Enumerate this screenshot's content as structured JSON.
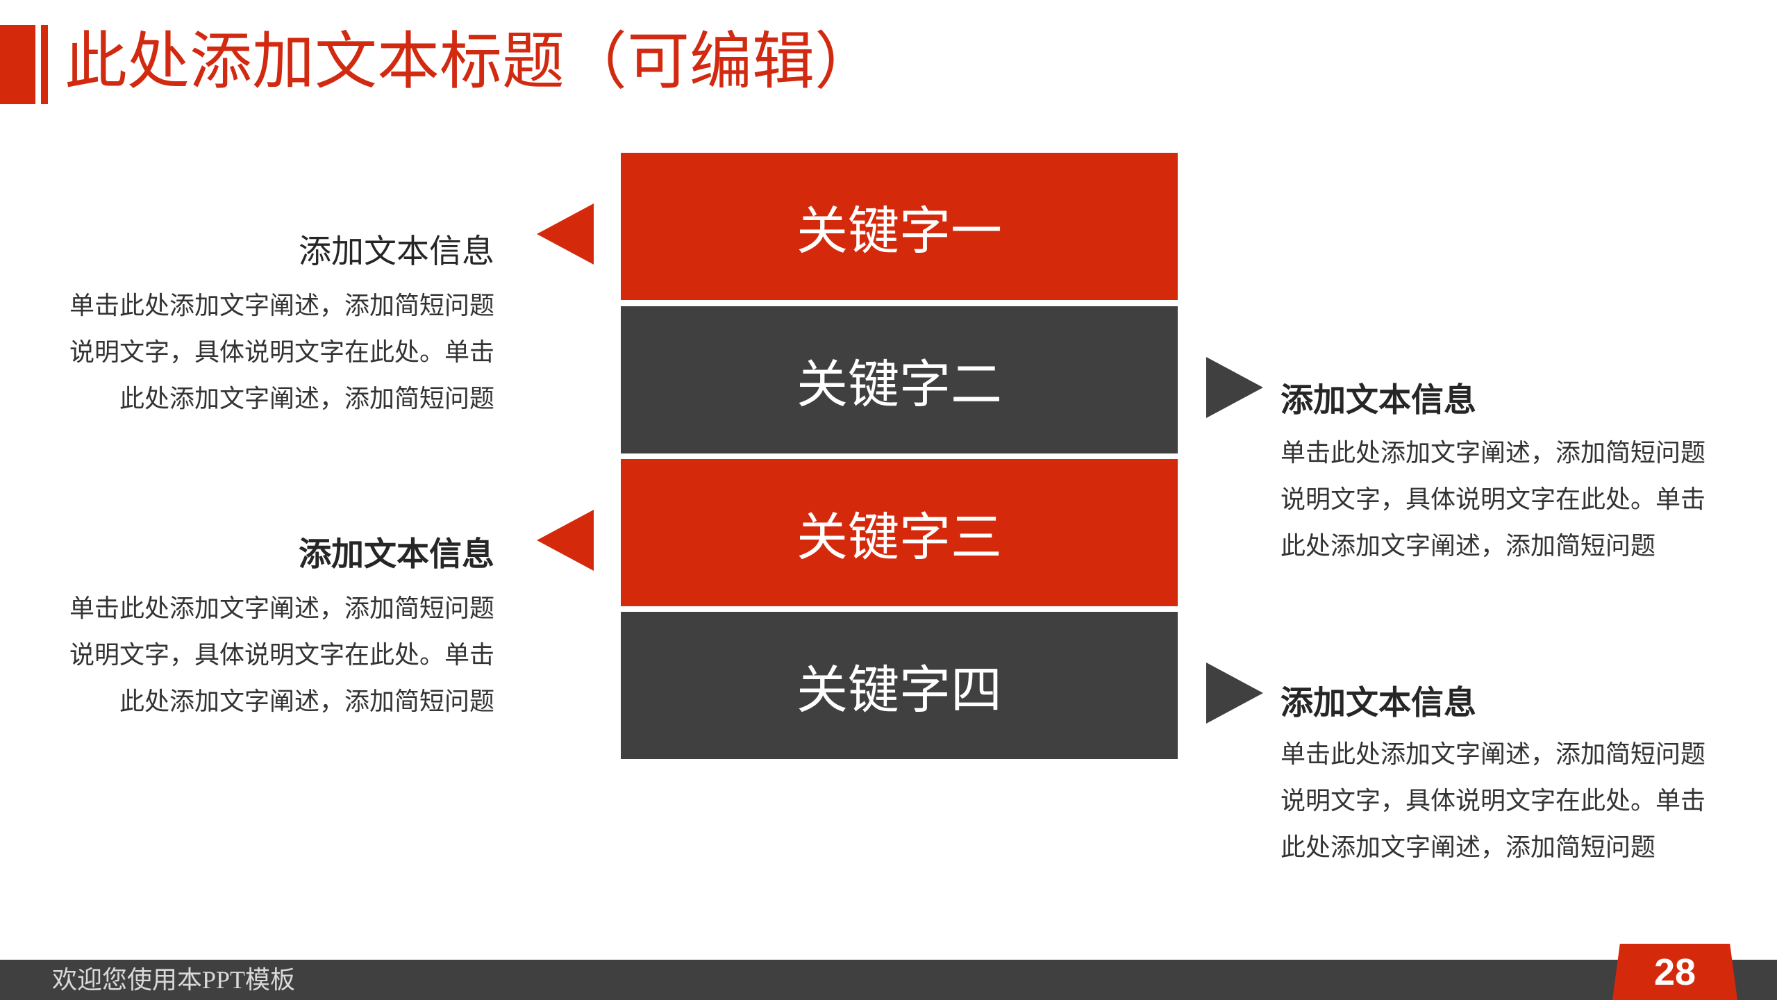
{
  "header": {
    "title": "此处添加文本标题（可编辑）"
  },
  "keywords": [
    "关键字一",
    "关键字二",
    "关键字三",
    "关键字四"
  ],
  "left_items": [
    {
      "title": "添加文本信息",
      "icon": "triangle-left-icon",
      "lines": [
        "单击此处添加文字阐述，添加简短问题",
        "说明文字，具体说明文字在此处。单击",
        "此处添加文字阐述，添加简短问题"
      ]
    },
    {
      "title": "添加文本信息",
      "icon": "triangle-left-icon",
      "lines": [
        "单击此处添加文字阐述，添加简短问题",
        "说明文字，具体说明文字在此处。单击",
        "此处添加文字阐述，添加简短问题"
      ]
    }
  ],
  "right_items": [
    {
      "title": "添加文本信息",
      "icon": "triangle-right-icon",
      "lines": [
        "单击此处添加文字阐述，添加简短问题",
        "说明文字，具体说明文字在此处。单击",
        "此处添加文字阐述，添加简短问题"
      ]
    },
    {
      "title": "添加文本信息",
      "icon": "triangle-right-icon",
      "lines": [
        "单击此处添加文字阐述，添加简短问题",
        "说明文字，具体说明文字在此处。单击",
        "此处添加文字阐述，添加简短问题"
      ]
    }
  ],
  "footer": {
    "text": "欢迎您使用本PPT模板",
    "page_number": "28"
  },
  "colors": {
    "accent": "#d5290c",
    "dark": "#404040",
    "title": "#d12a10"
  }
}
